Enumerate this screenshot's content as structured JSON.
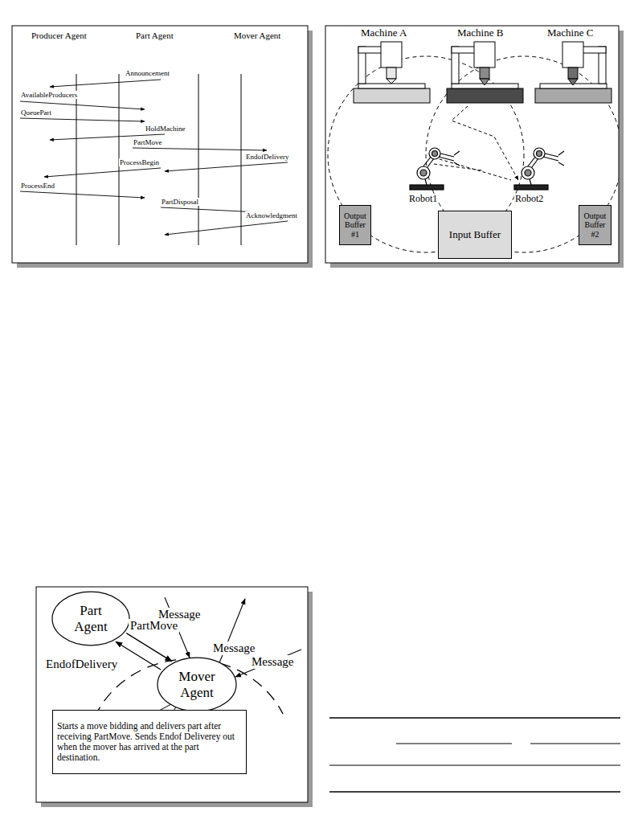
{
  "diagram": {
    "nodes": [
      {
        "text": [
          "Output Buffer #1"
        ]
      },
      {
        "text": [
          "Input Buffer"
        ]
      },
      {
        "text": [
          "Output Buffer #2"
        ]
      },
      {
        "text": [
          "Part Agent"
        ]
      },
      {
        "text": [
          "Mover Agent"
        ]
      },
      {
        "text": [
          "Starts a move bidding and delivers part after receiving PartMove. Sends Endof Deliverey out when the mover has arrived at the part destination."
        ]
      }
    ],
    "edges": [
      {
        "from": 3,
        "to": 4,
        "label": "PartMove",
        "arrow": "to"
      },
      {
        "from": 4,
        "to": 3,
        "label": "EndofDelivery",
        "arrow": "to"
      }
    ],
    "labels": [
      "Producer Agent",
      "Part Agent",
      "Mover Agent",
      "Announcement",
      "AvailableProducers",
      "QueuePart",
      "HoldMachine",
      "PartMove",
      "EndofDelivery",
      "ProcessBegin",
      "ProcessEnd",
      "PartDisposal",
      "Acknowledgment",
      "Machine A",
      "Machine B",
      "Machine C",
      "Robot1",
      "Robot2",
      "Message",
      "Message",
      "Message"
    ]
  }
}
